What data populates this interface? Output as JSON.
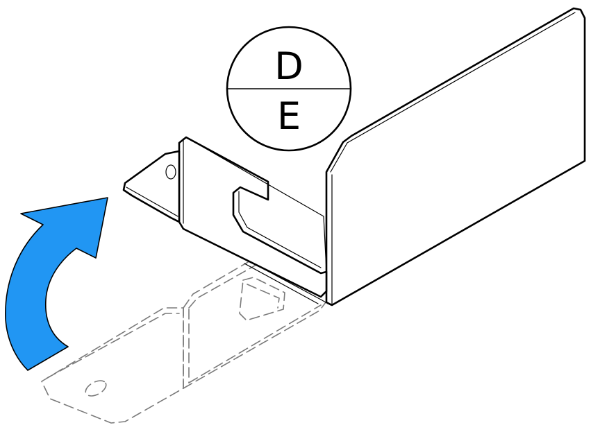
{
  "callout": {
    "top_letter": "D",
    "bottom_letter": "E"
  },
  "arrow": {
    "color": "#2196F3",
    "direction": "up-right"
  },
  "icons": [
    "fold-arrow-icon"
  ]
}
